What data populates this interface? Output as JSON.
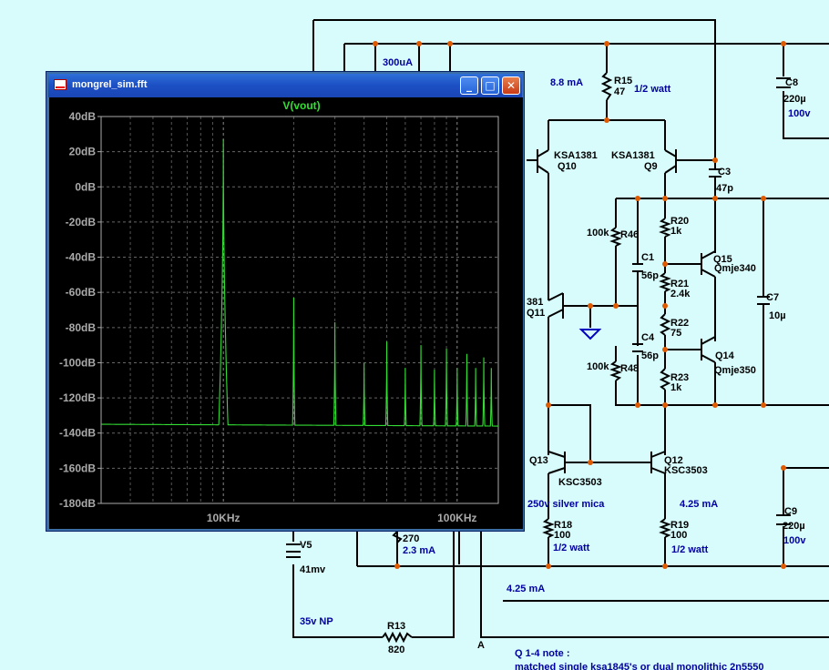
{
  "window": {
    "title": "mongrel_sim.fft",
    "buttons": {
      "minimize": "_",
      "maximize": "□",
      "close": "✕"
    }
  },
  "chart_data": {
    "type": "line",
    "title": "V(vout)",
    "xlabel": "",
    "ylabel": "",
    "x_scale": "log",
    "xlim": [
      3000,
      150000
    ],
    "ylim": [
      -180,
      40
    ],
    "grid": true,
    "x_tick_labels": [
      {
        "value": 10000,
        "label": "10KHz"
      },
      {
        "value": 100000,
        "label": "100KHz"
      }
    ],
    "y_tick_labels": [
      {
        "value": 40,
        "label": "40dB"
      },
      {
        "value": 20,
        "label": "20dB"
      },
      {
        "value": 0,
        "label": "0dB"
      },
      {
        "value": -20,
        "label": "-20dB"
      },
      {
        "value": -40,
        "label": "-40dB"
      },
      {
        "value": -60,
        "label": "-60dB"
      },
      {
        "value": -80,
        "label": "-80dB"
      },
      {
        "value": -100,
        "label": "-100dB"
      },
      {
        "value": -120,
        "label": "-120dB"
      },
      {
        "value": -140,
        "label": "-140dB"
      },
      {
        "value": -160,
        "label": "-160dB"
      },
      {
        "value": -180,
        "label": "-180dB"
      }
    ],
    "series_color": "#33dd33",
    "noise_floor_db": -135,
    "harmonics": [
      {
        "freq": 10000,
        "db": 27
      },
      {
        "freq": 20000,
        "db": -63
      },
      {
        "freq": 30000,
        "db": -77
      },
      {
        "freq": 40000,
        "db": -100
      },
      {
        "freq": 50000,
        "db": -88
      },
      {
        "freq": 60000,
        "db": -103
      },
      {
        "freq": 70000,
        "db": -90
      },
      {
        "freq": 80000,
        "db": -104
      },
      {
        "freq": 90000,
        "db": -92
      },
      {
        "freq": 100000,
        "db": -103
      },
      {
        "freq": 110000,
        "db": -95
      },
      {
        "freq": 120000,
        "db": -103
      },
      {
        "freq": 130000,
        "db": -97
      },
      {
        "freq": 140000,
        "db": -103
      }
    ]
  },
  "schematic": {
    "labels": {
      "i_300ua": "300uA",
      "i_8_8ma": "8.8 mA",
      "r15_name": "R15",
      "r15_val": "47",
      "r15_watt": "1/2 watt",
      "c8_name": "C8",
      "c8_val": "220µ",
      "c8_volt": "100v",
      "q10_type": "KSA1381",
      "q10_name": "Q10",
      "q9_type": "KSA1381",
      "q9_name": "Q9",
      "c3_name": "C3",
      "c3_val": "47p",
      "r46_val": "100k",
      "r46_name": "R46",
      "r20_name": "R20",
      "r20_val": "1k",
      "c1_name": "C1",
      "c1_val": "56p",
      "q15_name": "Q15",
      "q15_type": "Qmje340",
      "q11_type": "381",
      "q11_name": "Q11",
      "r21_name": "R21",
      "r21_val": "2.4k",
      "c7_name": "C7",
      "c7_val": "10µ",
      "r22_name": "R22",
      "r22_val": "75",
      "c4_name": "C4",
      "c4_val": "56p",
      "q14_name": "Q14",
      "q14_type": "Qmje350",
      "r48_val": "100k",
      "r48_name": "R48",
      "r23_name": "R23",
      "r23_val": "1k",
      "q13_name": "Q13",
      "q13_type": "KSC3503",
      "q12_name": "Q12",
      "q12_type": "KSC3503",
      "mica": "250v silver mica",
      "i_4_25ma_a": "4.25 mA",
      "c9_name": "C9",
      "c9_val": "220µ",
      "c9_volt": "100v",
      "r18_name": "R18",
      "r18_val": "100",
      "r18_watt": "1/2 watt",
      "r19_name": "R19",
      "r19_val": "100",
      "r19_watt": "1/2 watt",
      "r270_val": "270",
      "i_2_3ma": "2.3 mA",
      "v5_name": "V5",
      "v5_val": "41mv",
      "i_4_25ma_b": "4.25 mA",
      "np": "35v NP",
      "r13_name": "R13",
      "r13_val": "820",
      "node_a": "A",
      "note_title": "Q 1-4 note :",
      "note_line": "matched single ksa1845's or dual monolithic 2n5550"
    }
  }
}
